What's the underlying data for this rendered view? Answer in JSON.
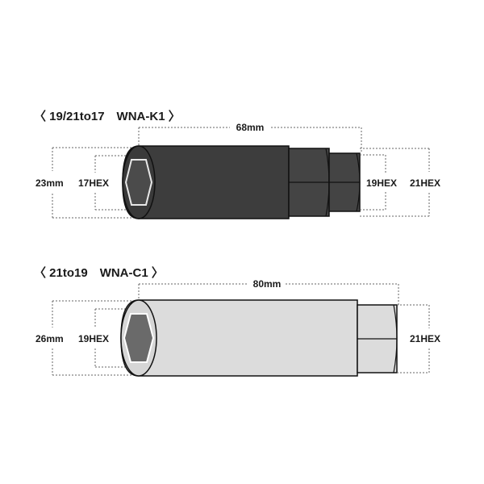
{
  "diagrams": [
    {
      "title": "〈 19/21to17　WNA-K1 〉",
      "length": "68mm",
      "diameter": "23mm",
      "inner_hex": "17HEX",
      "outer_hex_1": "19HEX",
      "outer_hex_2": "21HEX",
      "body_color": "#3d3d3d"
    },
    {
      "title": "〈 21to19　WNA-C1 〉",
      "length": "80mm",
      "diameter": "26mm",
      "inner_hex": "19HEX",
      "outer_hex_1": "21HEX",
      "body_color": "#dcdcdc"
    }
  ]
}
